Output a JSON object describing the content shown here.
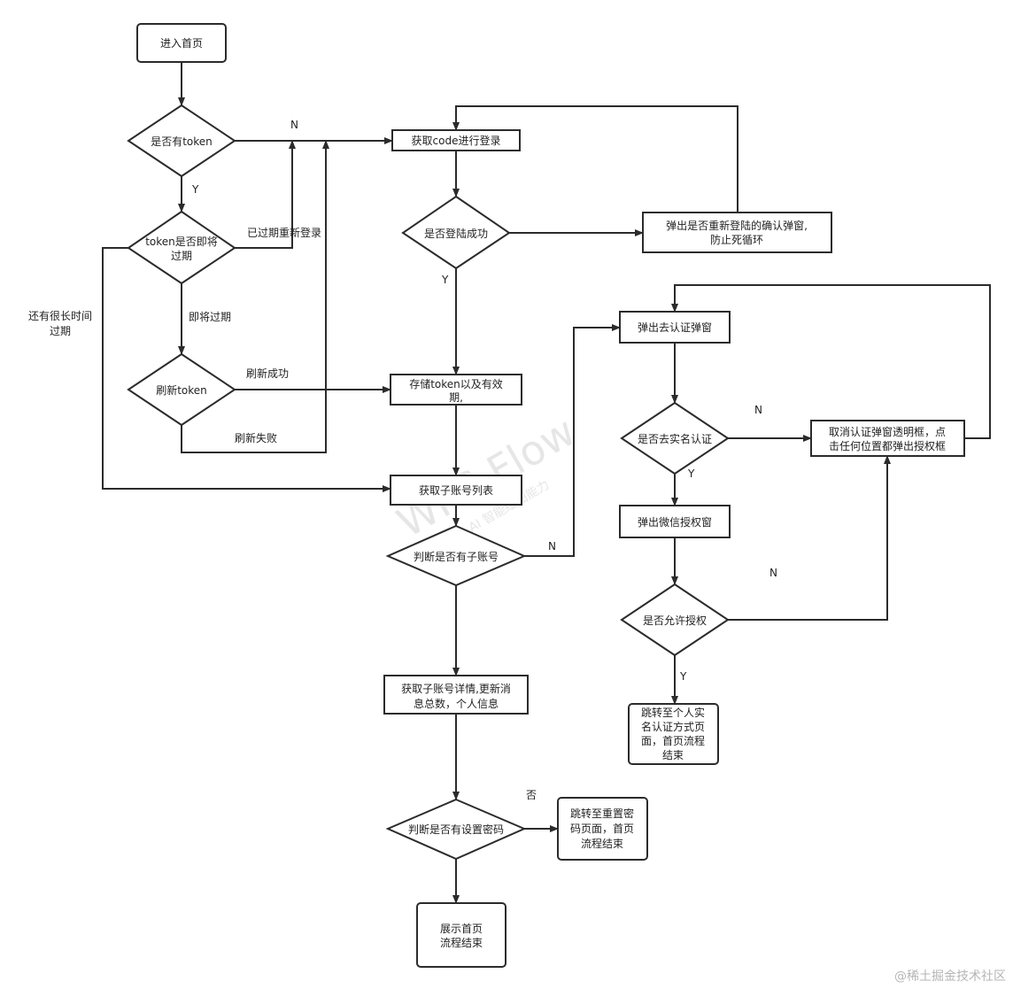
{
  "colors": {
    "stroke": "#2b2b2b",
    "fill": "#ffffff",
    "text": "#222222",
    "watermark": "#e6e6e6",
    "credit": "#b5b5b5"
  },
  "nodes": {
    "enter_home": [
      "进入首页"
    ],
    "has_token": [
      "是否有token"
    ],
    "token_expiring": [
      "token是否即将",
      "过期"
    ],
    "refresh_token": [
      "刷新token"
    ],
    "get_code_login": [
      "获取code进行登录"
    ],
    "login_success": [
      "是否登陆成功"
    ],
    "relogin_popup": [
      "弹出是否重新登陆的确认弹窗,",
      "防止死循环"
    ],
    "store_token": [
      "存储token以及有效",
      "期,"
    ],
    "get_sub_accounts": [
      "获取子账号列表"
    ],
    "has_sub_account": [
      "判断是否有子账号"
    ],
    "get_sub_detail": [
      "获取子账号详情,更新消",
      "息总数，个人信息"
    ],
    "has_password": [
      "判断是否有设置密码"
    ],
    "show_home": [
      "展示首页",
      "流程结束"
    ],
    "reset_password_page": [
      "跳转至重置密",
      "码页面，首页",
      "流程结束"
    ],
    "auth_popup": [
      "弹出去认证弹窗"
    ],
    "go_realname": [
      "是否去实名认证"
    ],
    "cancel_auth_popup": [
      "取消认证弹窗透明框，点",
      "击任何位置都弹出授权框"
    ],
    "wechat_auth_popup": [
      "弹出微信授权窗"
    ],
    "allow_auth": [
      "是否允许授权"
    ],
    "realname_page": [
      "跳转至个人实",
      "名认证方式页",
      "面，首页流程",
      "结束"
    ]
  },
  "edge_labels": {
    "n_has_token": "N",
    "y_has_token": "Y",
    "expired_relogin": "已过期重新登录",
    "long_time": [
      "还有很长时间",
      "过期"
    ],
    "about_to_expire": "即将过期",
    "refresh_success": "刷新成功",
    "refresh_fail": "刷新失败",
    "y_login": "Y",
    "n_sub_account": "N",
    "no_password": "否",
    "n_realname": "N",
    "y_realname": "Y",
    "n_allow": "N",
    "y_allow": "Y"
  },
  "watermark": {
    "brand": "WPS Flow",
    "sub": "WPS AI 智能绘图能力"
  },
  "credit": "@稀土掘金技术社区"
}
